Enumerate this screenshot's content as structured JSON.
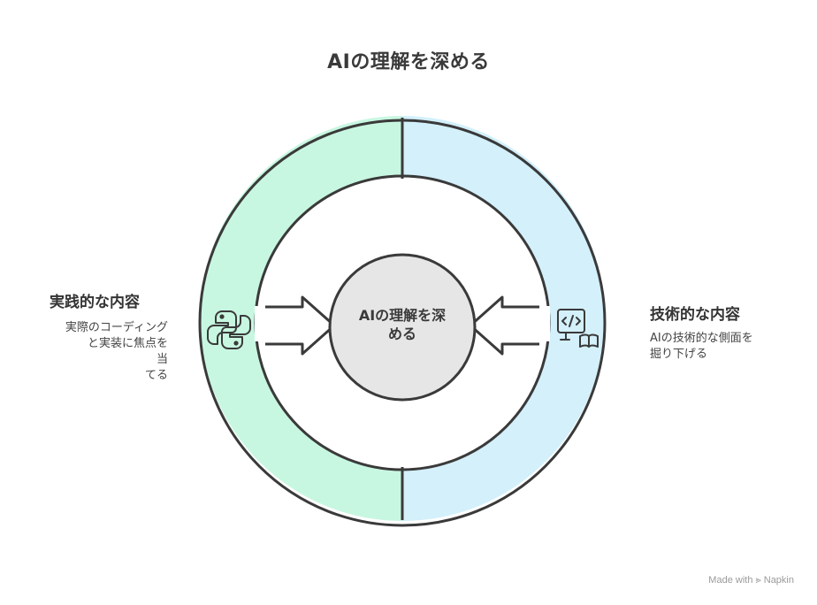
{
  "title": "AIの理解を深める",
  "center": {
    "line1": "AIの理解を深",
    "line2": "める"
  },
  "left": {
    "title": "実践的な内容",
    "desc_lines": [
      "実際のコーディング",
      "と実装に焦点を",
      "当",
      "てる"
    ],
    "icon": "python-icon",
    "color": "#c8f7e1"
  },
  "right": {
    "title": "技術的な内容",
    "desc_lines": [
      "AIの技術的な側面を",
      "掘り下げる"
    ],
    "icon": "code-book-icon",
    "color": "#d3f0fb"
  },
  "watermark": "Made with ⪢ Napkin"
}
